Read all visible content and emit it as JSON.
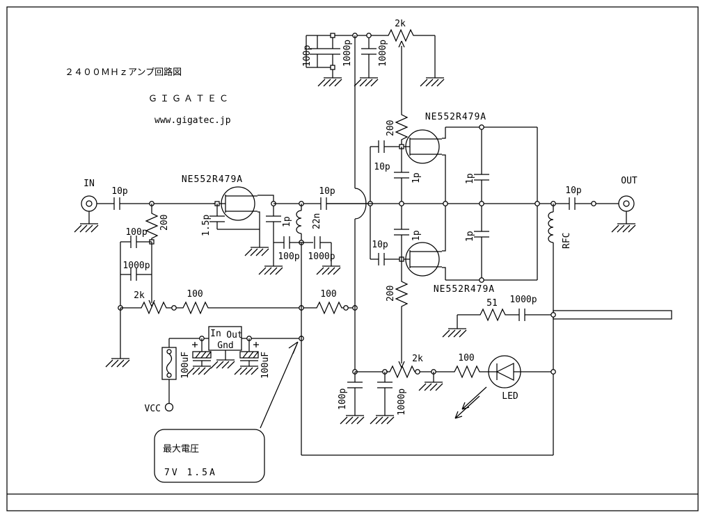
{
  "title": {
    "line1": "２４００ＭＨｚアンプ回路図",
    "line2": "ＧＩＧＡＴＥＣ",
    "line3": "www.gigatec.jp"
  },
  "ports": {
    "input": "IN",
    "output": "OUT",
    "power": "VCC"
  },
  "transistors": {
    "q1": "NE552R479A",
    "q2": "NE552R479A",
    "q3": "NE552R479A"
  },
  "regulator": {
    "pin_in": "In",
    "pin_gnd": "Gnd",
    "pin_out": "Out"
  },
  "values": {
    "c_in": "10p",
    "r_in": "200",
    "c_b1": "100p",
    "c_b2": "1000p",
    "pot_in": "2k",
    "r_bias_a": "100",
    "r_bias_b": "100",
    "c_g1": "1.5p",
    "c_d1": "1p",
    "l1": "22n",
    "c_byp1": "100p",
    "c_byp2": "1000p",
    "c_stage": "10p",
    "c_top1": "100p",
    "c_top2": "1000p",
    "c_top3": "1000p",
    "pot_top": "2k",
    "r_g2": "200",
    "c_g2": "10p",
    "c_f2": "1p",
    "c_o2": "1p",
    "r_g3": "200",
    "c_g3": "10p",
    "c_f3": "1p",
    "c_o3": "1p",
    "c_out": "10p",
    "choke": "RFC",
    "r_term": "51",
    "c_term": "1000p",
    "r_led": "100",
    "led": "LED",
    "pot_bot": "2k",
    "c_bot1": "100p",
    "c_bot2": "1000p",
    "c_e1": "100uF",
    "c_e2": "100uF"
  },
  "callout": {
    "line1": "最大電圧",
    "line2": "7V 1.5A"
  }
}
